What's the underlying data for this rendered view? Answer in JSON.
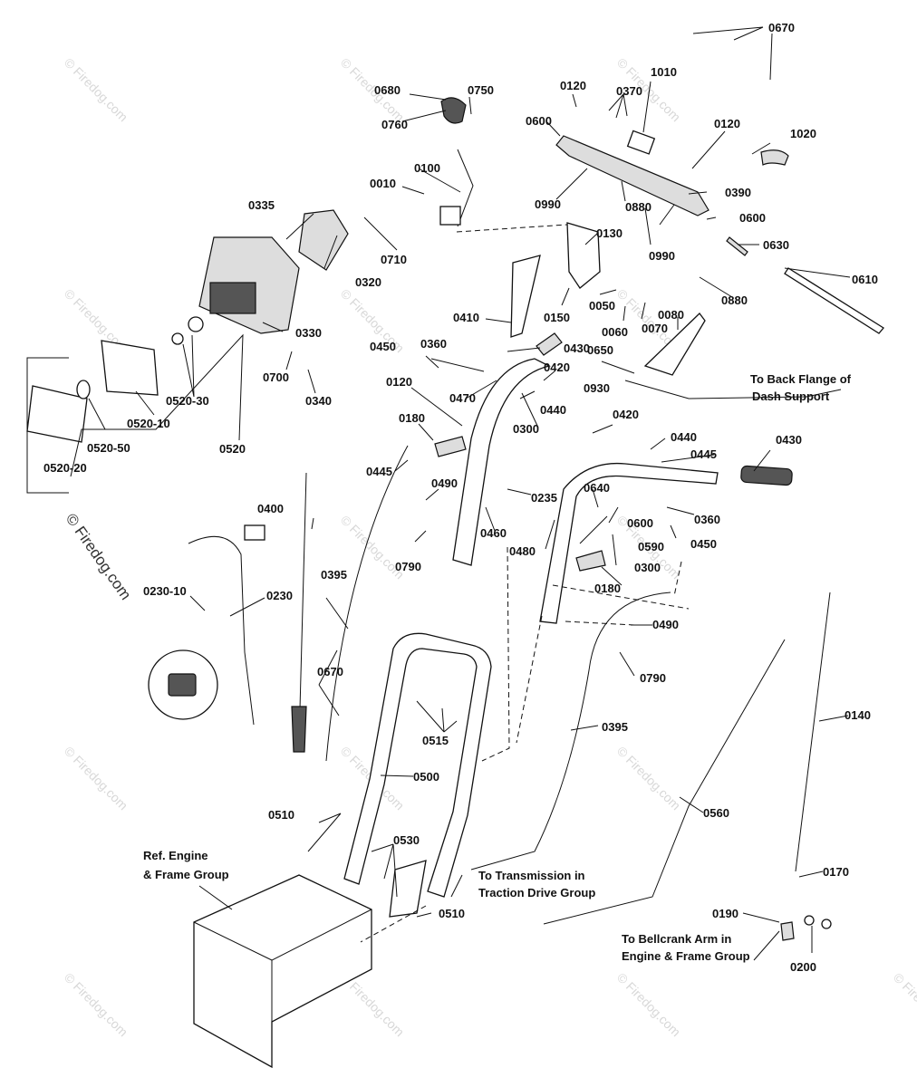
{
  "watermark": "© Firedog.com",
  "part_labels": {
    "p0670a": "0670",
    "p0680": "0680",
    "p0750": "0750",
    "p0760": "0760",
    "p0120a": "0120",
    "p0370": "0370",
    "p1010": "1010",
    "p0600a": "0600",
    "p0120b": "0120",
    "p1020": "1020",
    "p0990a": "0990",
    "p0880a": "0880",
    "p0390": "0390",
    "p0600b": "0600",
    "p0990b": "0990",
    "p0630": "0630",
    "p0880b": "0880",
    "p0610": "0610",
    "p0010": "0010",
    "p0100": "0100",
    "p0335": "0335",
    "p0710": "0710",
    "p0320": "0320",
    "p0130": "0130",
    "p0050": "0050",
    "p0150": "0150",
    "p0060": "0060",
    "p0070": "0070",
    "p0080": "0080",
    "p0410": "0410",
    "p0330": "0330",
    "p0700": "0700",
    "p0340": "0340",
    "p0520-30": "0520-30",
    "p0520-10": "0520-10",
    "p0520-50": "0520-50",
    "p0520": "0520",
    "p0520-20": "0520-20",
    "p0450a": "0450",
    "p0360a": "0360",
    "p0430a": "0430",
    "p0650": "0650",
    "p0420a": "0420",
    "p0120c": "0120",
    "p0470": "0470",
    "p0440a": "0440",
    "p0930": "0930",
    "p0300a": "0300",
    "p0180a": "0180",
    "p0420b": "0420",
    "p0440b": "0440",
    "p0445a": "0445",
    "p0430b": "0430",
    "p0445b": "0445",
    "p0490a": "0490",
    "p0235": "0235",
    "p0640": "0640",
    "p0600c": "0600",
    "p0360b": "0360",
    "p0460": "0460",
    "p0590": "0590",
    "p0450b": "0450",
    "p0790a": "0790",
    "p0480": "0480",
    "p0300b": "0300",
    "p0400": "0400",
    "p0180b": "0180",
    "p0230-10": "0230-10",
    "p0230": "0230",
    "p0395a": "0395",
    "p0490b": "0490",
    "p0790b": "0790",
    "p0670b": "0670",
    "p0515": "0515",
    "p0395b": "0395",
    "p0140": "0140",
    "p0500": "0500",
    "p0510a": "0510",
    "p0530": "0530",
    "p0560": "0560",
    "p0170": "0170",
    "p0510b": "0510",
    "p0190": "0190",
    "p0200": "0200"
  },
  "notes": {
    "back_flange_1": "To Back Flange of",
    "back_flange_2": "Dash Support",
    "ref_engine_1": "Ref. Engine",
    "ref_engine_2": "& Frame Group",
    "transmission_1": "To Transmission in",
    "transmission_2": "Traction Drive Group",
    "bellcrank_1": "To Bellcrank Arm in",
    "bellcrank_2": "Engine & Frame Group"
  }
}
